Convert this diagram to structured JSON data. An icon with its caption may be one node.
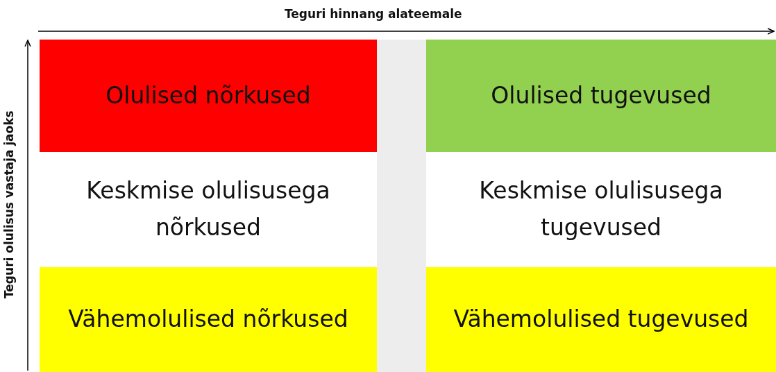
{
  "diagram": {
    "nodes": [
      {
        "text": [
          "Olulised nõrkused"
        ]
      },
      {
        "text": [
          "Olulised tugevused"
        ]
      },
      {
        "text": [
          "Keskmise olulisusega nõrkused"
        ]
      },
      {
        "text": [
          "Keskmise olulisusega tugevused"
        ]
      },
      {
        "text": [
          "Vähemolulised nõrkused"
        ]
      },
      {
        "text": [
          "Vähemolulised tugevused"
        ]
      }
    ],
    "labels": [
      "Teguri hinnang alateemale",
      "Teguri olulisus vastaja jaoks"
    ]
  }
}
